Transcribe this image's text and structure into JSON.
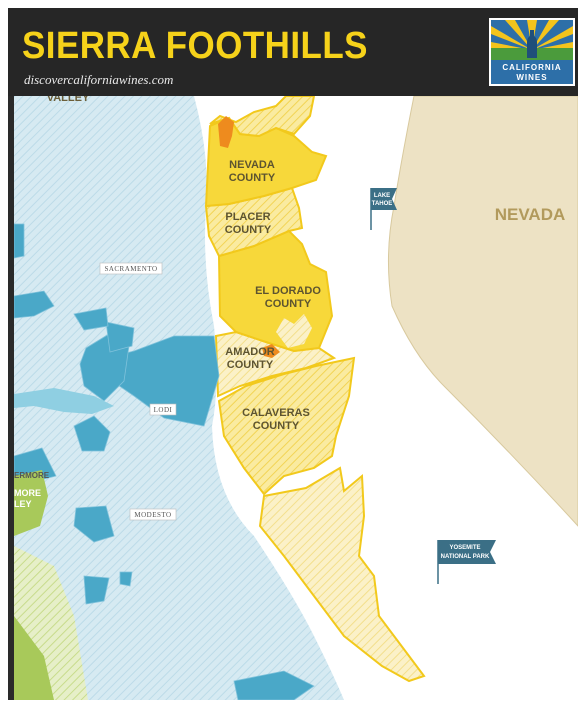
{
  "header": {
    "title": "SIERRA FOOTHILLS",
    "subtitle": "discovercaliforniawines.com",
    "logo": {
      "line1": "CALIFORNIA",
      "line2": "WINES"
    }
  },
  "map": {
    "state_label": "NEVADA",
    "counties": {
      "nevada": [
        "NEVADA",
        "COUNTY"
      ],
      "placer": [
        "PLACER",
        "COUNTY"
      ],
      "el_dorado": [
        "EL DORADO",
        "COUNTY"
      ],
      "amador": [
        "AMADOR",
        "COUNTY"
      ],
      "calaveras": [
        "CALAVERAS",
        "COUNTY"
      ]
    },
    "cities": {
      "sacramento": "SACRAMENTO",
      "lodi": "LODI",
      "modesto": "MODESTO"
    },
    "flags": {
      "lake_tahoe": [
        "LAKE",
        "TAHOE"
      ],
      "yosemite": [
        "YOSEMITE",
        "NATIONAL PARK"
      ]
    },
    "edge_labels": {
      "valley": "VALLEY",
      "livermore_top": "ERMORE",
      "livermore_line1": "MORE",
      "livermore_line2": "LEY"
    },
    "colors": {
      "valley_blue": "#d3e8f0",
      "vineyard_blue": "#4aa8c8",
      "foothill_yellow": "#f7d83a",
      "foothill_orange": "#ee8b1e",
      "nevada_tan": "#ede2c4",
      "green": "#a8c95a"
    }
  }
}
